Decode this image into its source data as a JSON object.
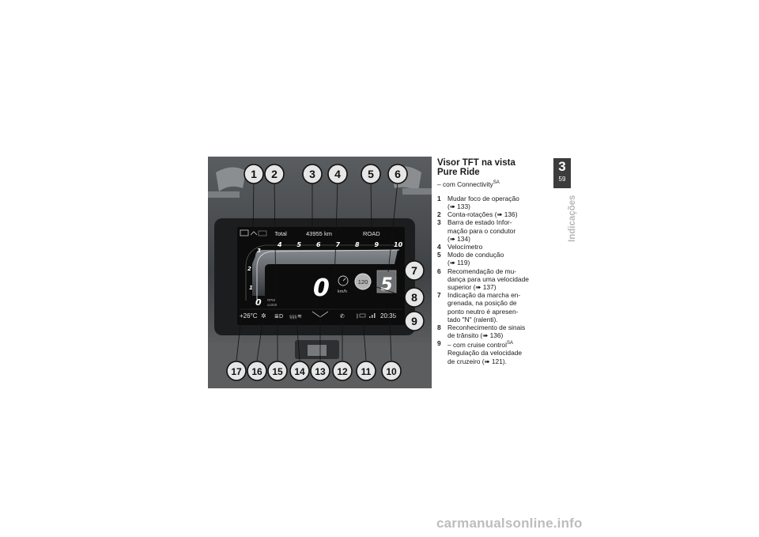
{
  "heading": {
    "title_line1": "Visor TFT na vista",
    "title_line2": "Pure Ride",
    "subtitle": "– com Connectivity",
    "subtitle_sup": "SA"
  },
  "legend": [
    {
      "num": "1",
      "lines": [
        "Mudar foco de operação",
        "(➠ 133)"
      ]
    },
    {
      "num": "2",
      "lines": [
        "Conta-rotações (➠ 136)"
      ]
    },
    {
      "num": "3",
      "lines": [
        "Barra de estado Infor-",
        "mação para o condutor",
        "(➠ 134)"
      ]
    },
    {
      "num": "4",
      "lines": [
        "Velocímetro"
      ]
    },
    {
      "num": "5",
      "lines": [
        "Modo de condução",
        "(➠ 119)"
      ]
    },
    {
      "num": "6",
      "lines": [
        "Recomendação de mu-",
        "dança para uma velocidade",
        "superior  (➠ 137)"
      ]
    },
    {
      "num": "7",
      "lines": [
        "Indicação da marcha en-",
        "grenada, na posição de",
        "ponto neutro é apresen-",
        "tado \"N\" (ralenti)."
      ]
    },
    {
      "num": "8",
      "lines": [
        "Reconhecimento de sinais",
        "de trânsito  (➠ 136)"
      ]
    },
    {
      "num": "9",
      "lines": [
        "– com cruise control",
        "Regulação da velocidade",
        "de cruzeiro  (➠ 121)."
      ],
      "sup": "SA"
    }
  ],
  "chapter": {
    "number": "3",
    "page": "59"
  },
  "section_label": "Indicações",
  "watermark": "carmanualsonline.info",
  "display": {
    "total_label": "Total",
    "odometer": "43955 km",
    "mode": "ROAD",
    "rpm_scale_top": [
      "4",
      "5",
      "6",
      "7",
      "8",
      "9",
      "10"
    ],
    "rpm_scale_left": [
      "3",
      "2",
      "1"
    ],
    "speed": "0",
    "speed_unit": "km/h",
    "speed_sign": "120",
    "gear": "5",
    "rpm_zero": "0",
    "rpm_label": "RPM",
    "rpm_multiplier": "x1000",
    "temperature": "+26°C",
    "clock": "20:35",
    "callouts_top": [
      "1",
      "2",
      "3",
      "4",
      "5",
      "6"
    ],
    "callouts_right": [
      "7",
      "8",
      "9"
    ],
    "callouts_bottom": [
      "17",
      "16",
      "15",
      "14",
      "13",
      "12",
      "11",
      "10"
    ]
  },
  "colors": {
    "page_bg": "#ffffff",
    "chapter_box": "#3c3c3c",
    "section_label": "#b8b8b8",
    "display_bg": "#0c0c0c",
    "callout_bg": "#e6e6e6"
  }
}
